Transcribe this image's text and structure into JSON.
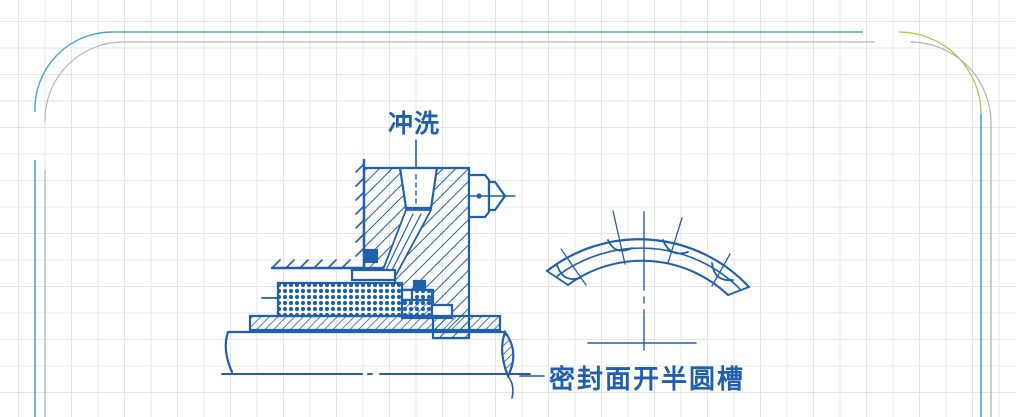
{
  "slide": {
    "background": "grid-paper",
    "grid_color": "#e4e4e4",
    "frame_colors": {
      "outer": "#4aa3d8",
      "inner": "#b8b8b8",
      "accent": "#a6c93a"
    }
  },
  "figure": {
    "subject": "mechanical-seal-flushing-and-groove",
    "ink_color": "#1f5fae",
    "labels": {
      "flush": "冲洗",
      "groove": "密封面开半圆槽"
    },
    "parts": {
      "left_view": "mechanical-seal-cross-section",
      "right_view": "seal-face-arc-with-semicircular-grooves"
    }
  }
}
